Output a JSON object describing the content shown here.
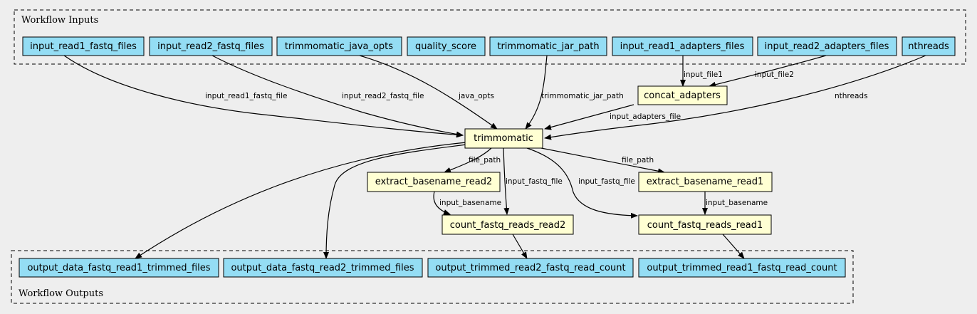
{
  "clusters": {
    "inputs_title": "Workflow Inputs",
    "outputs_title": "Workflow Outputs"
  },
  "inputs": {
    "read1_fastq": "input_read1_fastq_files",
    "read2_fastq": "input_read2_fastq_files",
    "java_opts": "trimmomatic_java_opts",
    "quality_score": "quality_score",
    "jar_path": "trimmomatic_jar_path",
    "read1_adapters": "input_read1_adapters_files",
    "read2_adapters": "input_read2_adapters_files",
    "nthreads": "nthreads"
  },
  "steps": {
    "concat_adapters": "concat_adapters",
    "trimmomatic": "trimmomatic",
    "extract_read2": "extract_basename_read2",
    "extract_read1": "extract_basename_read1",
    "count_read2": "count_fastq_reads_read2",
    "count_read1": "count_fastq_reads_read1"
  },
  "outputs": {
    "read1_trimmed": "output_data_fastq_read1_trimmed_files",
    "read2_trimmed": "output_data_fastq_read2_trimmed_files",
    "read2_count": "output_trimmed_read2_fastq_read_count",
    "read1_count": "output_trimmed_read1_fastq_read_count"
  },
  "edge_labels": {
    "input_read1_fastq_file": "input_read1_fastq_file",
    "input_read2_fastq_file": "input_read2_fastq_file",
    "java_opts": "java_opts",
    "trimmomatic_jar_path": "trimmomatic_jar_path",
    "input_file1": "input_file1",
    "input_file2": "input_file2",
    "nthreads": "nthreads",
    "input_adapters_file": "input_adapters_file",
    "file_path_read2": "file_path",
    "file_path_read1": "file_path",
    "input_fastq_file_read2": "input_fastq_file",
    "input_fastq_file_read1": "input_fastq_file",
    "input_basename_read2": "input_basename",
    "input_basename_read1": "input_basename"
  }
}
